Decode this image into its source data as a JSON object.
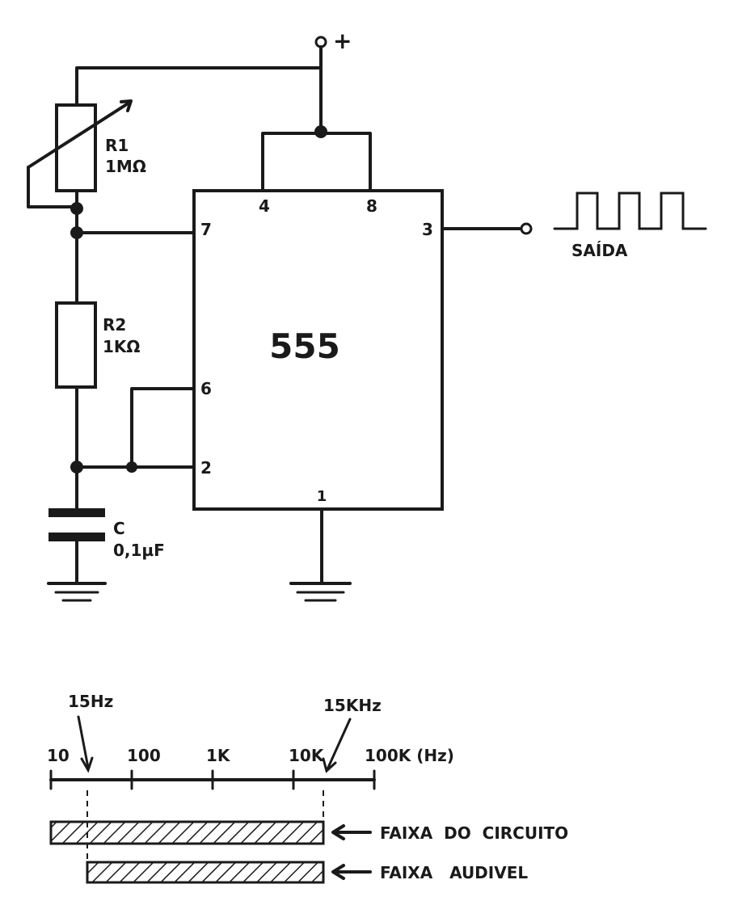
{
  "supply": {
    "symbol": "+"
  },
  "ic": {
    "name": "555",
    "pins": {
      "p1": "1",
      "p2": "2",
      "p3": "3",
      "p4": "4",
      "p6": "6",
      "p7": "7",
      "p8": "8"
    }
  },
  "r1": {
    "name": "R1",
    "value": "1MΩ"
  },
  "r2": {
    "name": "R2",
    "value": "1KΩ"
  },
  "cap": {
    "name": "C",
    "value": "0,1µF"
  },
  "output": {
    "label": "SAÍDA"
  },
  "scale": {
    "ticks": [
      "10",
      "100",
      "1K",
      "10K",
      "100K (Hz)"
    ],
    "low_marker": "15Hz",
    "high_marker": "15KHz"
  },
  "bands": {
    "circuit": "FAIXA  DO  CIRCUITO",
    "audible": "FAIXA   AUDIVEL"
  }
}
